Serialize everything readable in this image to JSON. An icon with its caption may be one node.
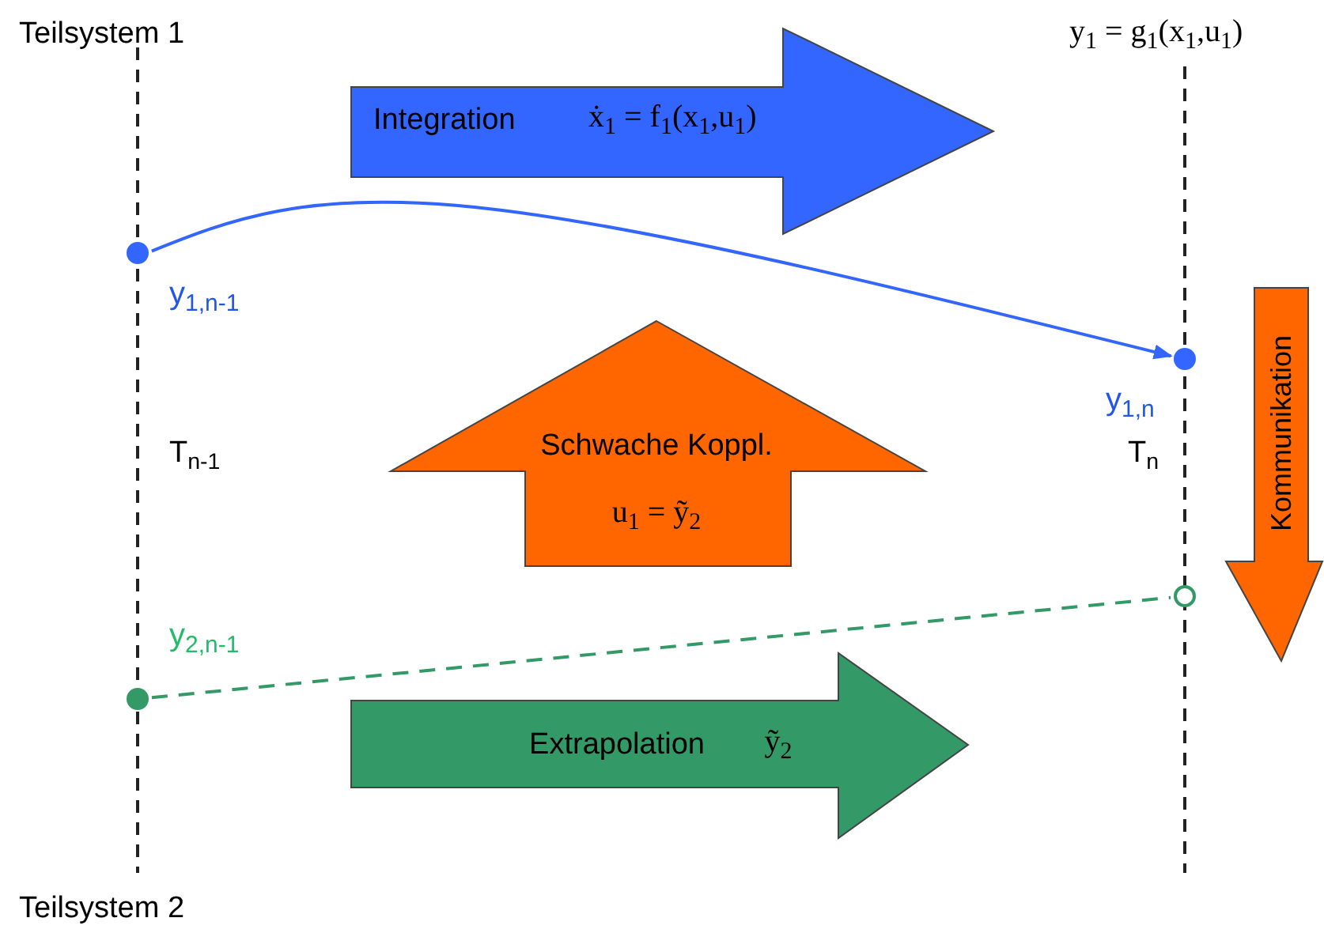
{
  "diagram": {
    "nodes": [
      {
        "text": [
          "Integration",
          "ẋ$_{1}$ = f$_{1}$(x$_{1}$,u$_{1}$)"
        ]
      },
      {
        "text": [],
        "shape": "circle",
        "beside": [
          "y$_{1,n-1}$"
        ]
      },
      {
        "text": [],
        "shape": "circle",
        "beside": [
          "y$_{1,n}$"
        ]
      },
      {
        "text": [
          "Kommunikation"
        ]
      },
      {
        "text": [
          "Schwache Koppl.",
          "u$_{1}$ = ỹ$_{2}$"
        ]
      },
      {
        "text": [],
        "shape": "circle"
      },
      {
        "text": [],
        "shape": "circle",
        "beside": [
          "y$_{2,n-1}$"
        ]
      },
      {
        "text": [
          "Extrapolation",
          "ỹ$_{2}$"
        ]
      }
    ],
    "edges": [
      {
        "from": 1,
        "to": 2,
        "arrow": "to",
        "color": "#3366ff"
      },
      {
        "from": 6,
        "to": 5,
        "arrow": "none",
        "style": "dashed",
        "color": "#339966"
      }
    ],
    "labels": [
      "Teilsystem 1",
      "y$_{1}$ = g$_{1}$(x$_{1}$,u$_{1}$)",
      "T$_{n-1}$",
      "T$_{n}$",
      "Teilsystem 2"
    ]
  }
}
